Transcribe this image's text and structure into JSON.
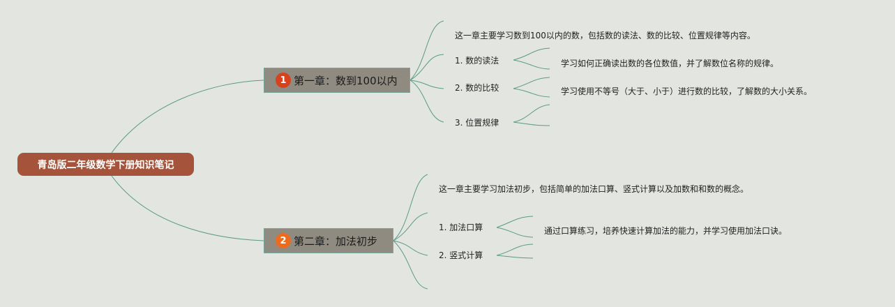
{
  "root": {
    "title": "青岛版二年级数学下册知识笔记",
    "color": "#a5533a"
  },
  "chapters": [
    {
      "index": "1",
      "badge_color": "#d8411d",
      "title": "第一章：数到100以内",
      "summary": "这一章主要学习数到100以内的数，包括数的读法、数的比较、位置规律等内容。",
      "topics": [
        {
          "label": "1. 数的读法",
          "note": "学习如何正确读出数的各位数值，并了解数位名称的规律。"
        },
        {
          "label": "2. 数的比较",
          "note": "学习使用不等号（大于、小于）进行数的比较，了解数的大小关系。"
        },
        {
          "label": "3. 位置规律",
          "note": ""
        }
      ]
    },
    {
      "index": "2",
      "badge_color": "#ec6b1d",
      "title": "第二章：加法初步",
      "summary": "这一章主要学习加法初步，包括简单的加法口算、竖式计算以及加数和和数的概念。",
      "topics": [
        {
          "label": "1. 加法口算",
          "note": "通过口算练习，培养快速计算加法的能力，并学习使用加法口诀。"
        },
        {
          "label": "2. 竖式计算",
          "note": ""
        }
      ]
    }
  ],
  "connector_color": "#5a9a86",
  "node_fill": "#8f8b81"
}
